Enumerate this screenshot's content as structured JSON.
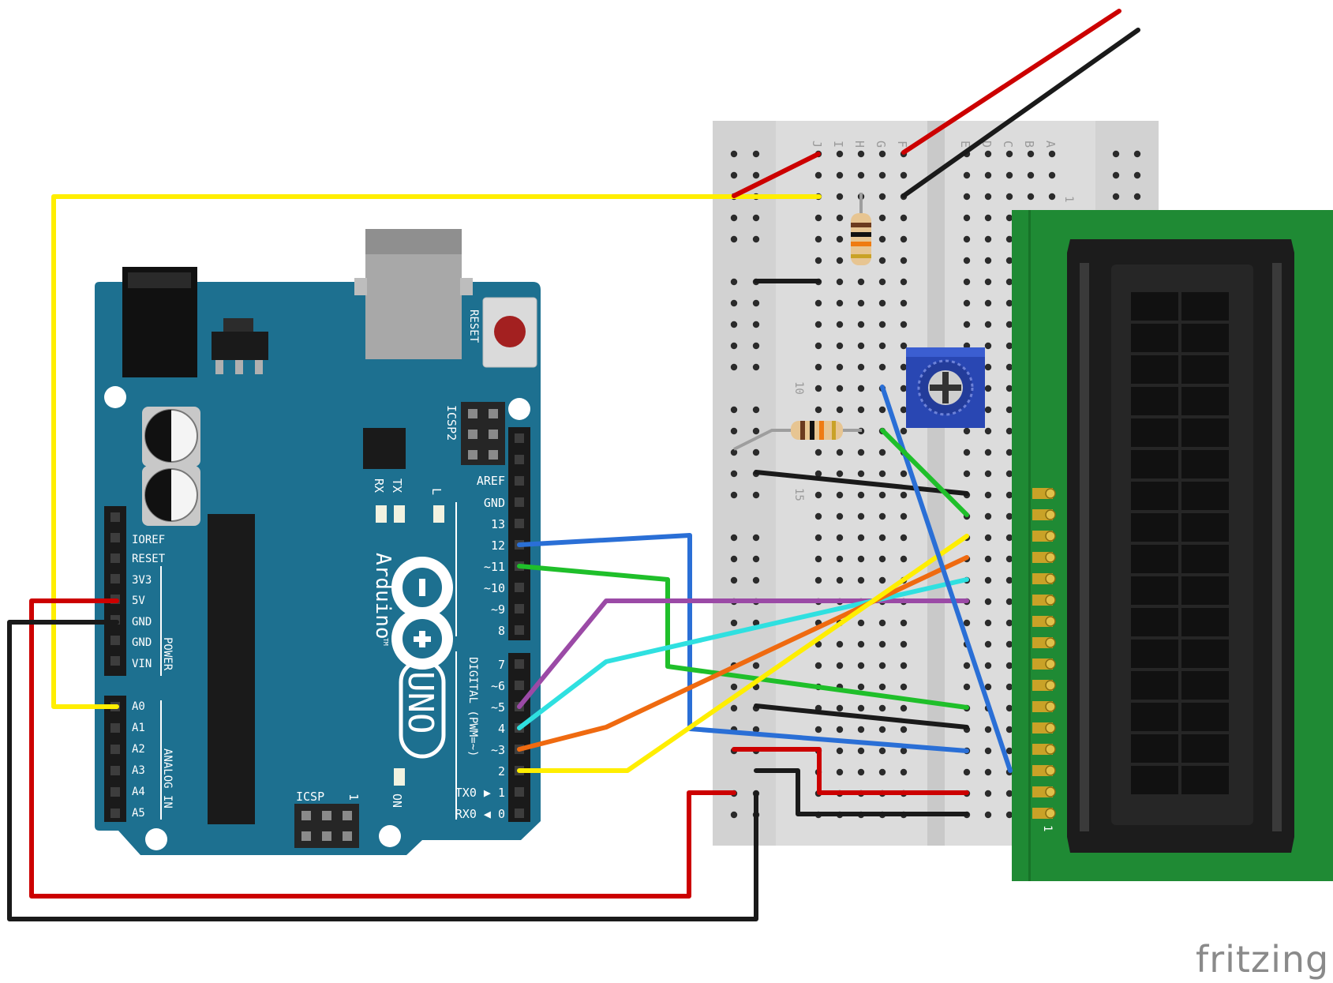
{
  "logo_text": "fritzing",
  "arduino": {
    "brand": "Arduino",
    "tm": "TM",
    "model": "UNO",
    "reset_label": "RESET",
    "icsp2_label": "ICSP2",
    "icsp_label": "ICSP",
    "icsp_pin1": "1",
    "on_label": "ON",
    "led_labels": [
      "RX",
      "TX",
      "L"
    ],
    "power_header_label": "POWER",
    "analog_header_label": "ANALOG IN",
    "digital_header_label": "DIGITAL (PWM=~)",
    "power_pins": [
      "IOREF",
      "RESET",
      "3V3",
      "5V",
      "GND",
      "GND",
      "VIN"
    ],
    "analog_pins": [
      "A0",
      "A1",
      "A2",
      "A3",
      "A4",
      "A5"
    ],
    "digital_upper_pins": [
      "AREF",
      "GND",
      "13",
      "12",
      "~11",
      "~10",
      "~9",
      "8"
    ],
    "digital_lower_pins": [
      "7",
      "~6",
      "~5",
      "4",
      "~3",
      "2",
      "TX0 ▶ 1",
      "RX0 ◀ 0"
    ]
  },
  "breadboard": {
    "row_letters": [
      "J",
      "I",
      "H",
      "G",
      "F",
      "E",
      "D",
      "C",
      "B",
      "A"
    ],
    "row_numbers": [
      "1",
      "10",
      "15"
    ]
  },
  "lcd": {
    "pin1_label": "1",
    "characters": 16,
    "lines": 2
  },
  "colors": {
    "board": "#1d7090",
    "lcd_pcb": "#1f8a34",
    "wire_red": "#cc0000",
    "wire_black": "#1a1a1a",
    "wire_yellow": "#ffee00",
    "wire_blue": "#2a6fd6",
    "wire_green": "#1fbf2a",
    "wire_orange": "#ef6a10",
    "wire_cyan": "#2fe0e0",
    "wire_purple": "#9b4aa6"
  }
}
